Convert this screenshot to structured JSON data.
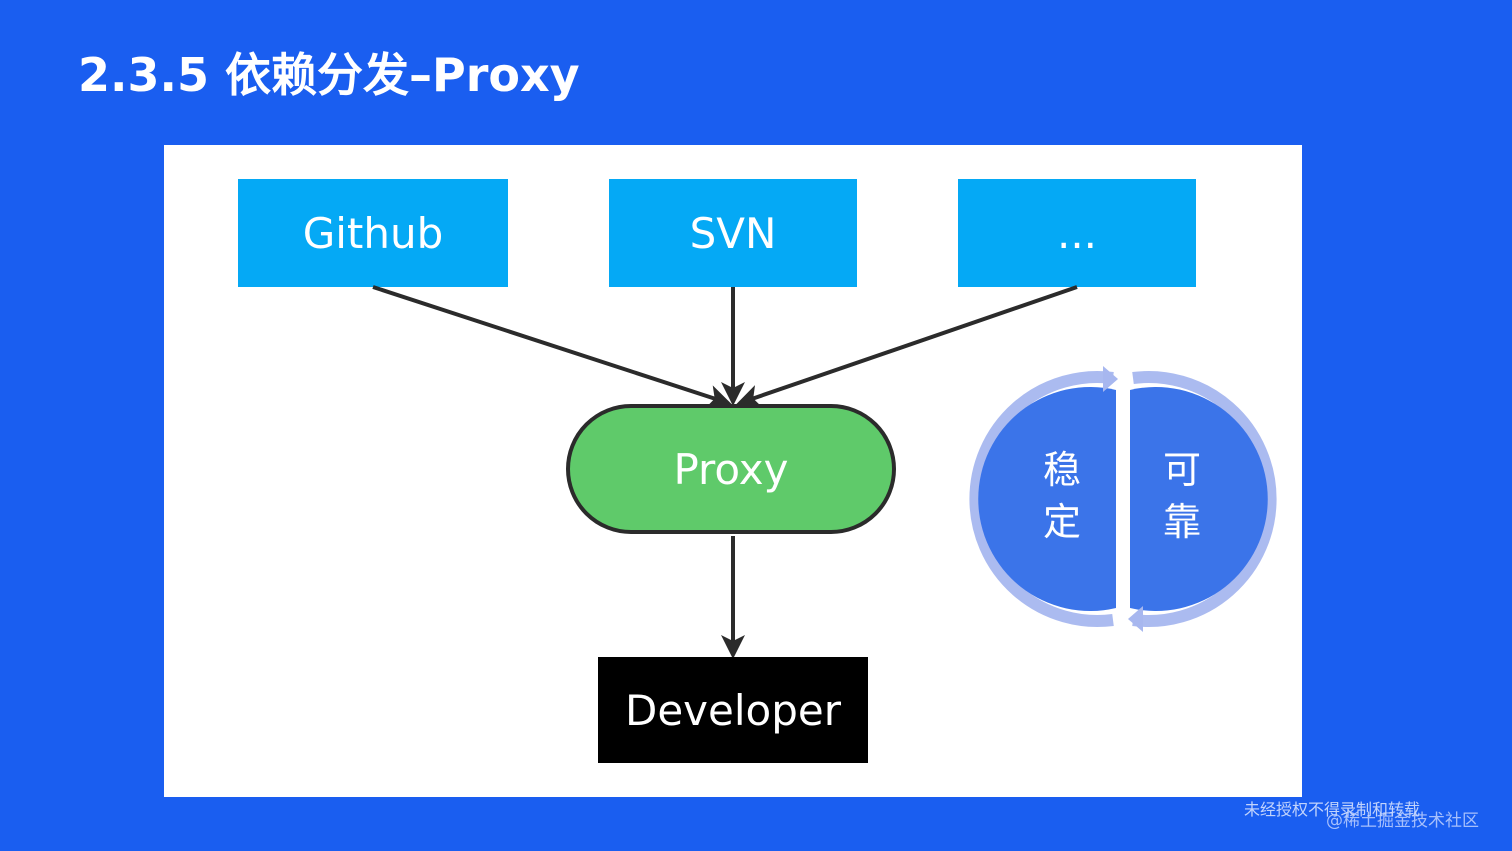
{
  "slide": {
    "title": "2.3.5 依赖分发–Proxy"
  },
  "diagram": {
    "sources": [
      {
        "label": "Github"
      },
      {
        "label": "SVN"
      },
      {
        "label": "..."
      }
    ],
    "proxy": {
      "label": "Proxy"
    },
    "developer": {
      "label": "Developer"
    },
    "badge": {
      "left_text": "稳\n定",
      "right_text": "可\n靠"
    }
  },
  "watermark": {
    "line1": "未经授权不得录制和转载",
    "line2": "@稀土掘金技术社区"
  },
  "colors": {
    "background": "#1a5ef0",
    "source_box": "#05a9f5",
    "proxy_fill": "#5fca6a",
    "developer_fill": "#000000",
    "badge_fill": "#3b74e9",
    "badge_ring": "#a7b7ef"
  },
  "icons": {
    "badge": "cycle-arrows-icon"
  }
}
